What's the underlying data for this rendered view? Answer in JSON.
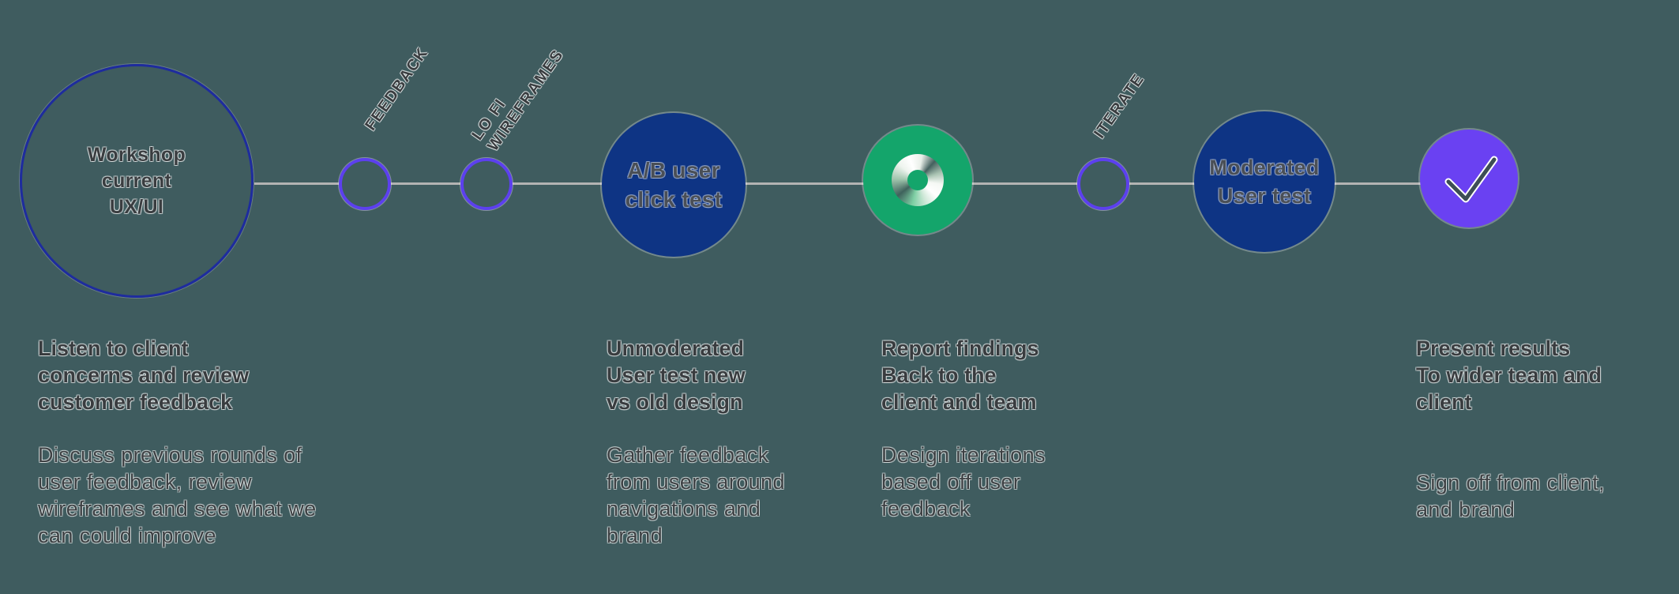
{
  "colors": {
    "background": "#3f5c5f",
    "connector_line": "#b3b3b3",
    "navy_circle": "#0e3484",
    "green_circle": "#14a56b",
    "purple_circle": "#6a41f2",
    "violet_ring_stroke": "#5c40ee",
    "blue_ring_stroke": "#1e2c9e",
    "text_dark": "#3a3d40",
    "circle_text_steel": "#4a4f56"
  },
  "icons": {
    "done": "check-icon",
    "loop": "loop-ring-icon"
  },
  "timeline": {
    "nodes": [
      {
        "id": "workshop",
        "type": "outlined-large",
        "label": "Workshop\ncurrent\nUX/UI"
      },
      {
        "id": "feedback",
        "type": "outlined-small",
        "tag": "FEEDBACK"
      },
      {
        "id": "lofi",
        "type": "outlined-small",
        "tag": "LO FI\nWIREFRAMES"
      },
      {
        "id": "ab-test",
        "type": "filled-navy",
        "label": "A/B user\nclick test"
      },
      {
        "id": "loop",
        "type": "filled-green",
        "icon": "loop-ring-icon"
      },
      {
        "id": "iterate",
        "type": "outlined-small",
        "tag": "ITERATE"
      },
      {
        "id": "moderated",
        "type": "filled-navy",
        "label": "Moderated\nUser test"
      },
      {
        "id": "done",
        "type": "filled-purple",
        "icon": "check-icon"
      }
    ]
  },
  "notes": [
    {
      "heading": "Listen to client\nconcerns and review\ncustomer feedback",
      "body": "Discuss previous rounds of\nuser feedback, review\nwireframes and see what we\ncan could improve"
    },
    {
      "heading": "Unmoderated\nUser test new\nvs old design",
      "body": "Gather feedback\nfrom users around\nnavigations and\nbrand"
    },
    {
      "heading": "Report findings\nBack to the\nclient and team",
      "body": "Design iterations\nbased off user\nfeedback"
    },
    {
      "heading": "Present results\nTo wider team and\nclient",
      "body": "Sign off from client,\nand brand"
    }
  ]
}
